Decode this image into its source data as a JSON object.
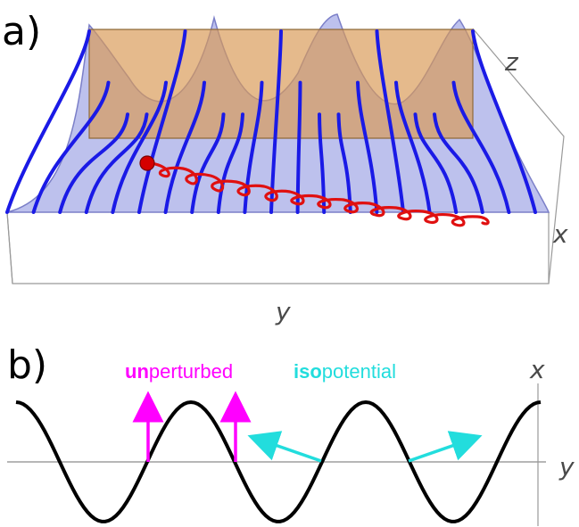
{
  "panel_a": {
    "label": "a)",
    "axis_z": "z",
    "axis_x": "x",
    "axis_y": "y",
    "colors": {
      "surface": "#aab0e8",
      "field_lines": "#1a1ae6",
      "plane": "#d99a55",
      "trajectory": "#e01010"
    }
  },
  "panel_b": {
    "label": "b)",
    "axis_x": "x",
    "axis_y": "y",
    "legend": {
      "unperturbed_bold": "un",
      "unperturbed_rest": "perturbed",
      "unperturbed_color": "#ff00ff",
      "isopotential_bold": "iso",
      "isopotential_rest": "potential",
      "isopotential_color": "#22dddd"
    },
    "curve_color": "#000000"
  }
}
